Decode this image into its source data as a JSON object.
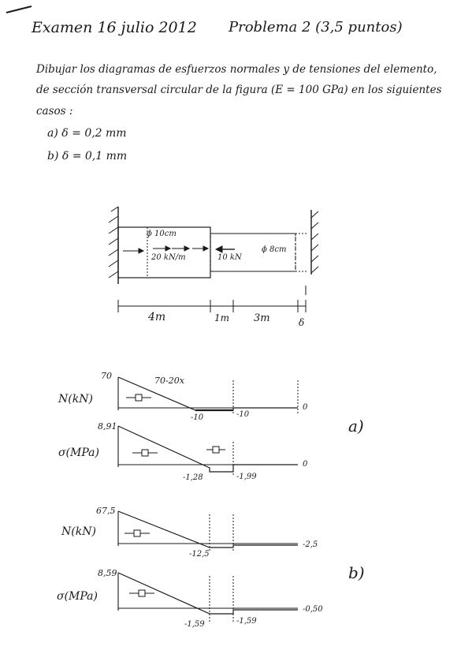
{
  "header": {
    "exam": "Examen 16 julio 2012",
    "problem": "Problema 2 (3,5 puntos)"
  },
  "statement": {
    "line1": "Dibujar los diagramas de esfuerzos normales y de tensiones del elemento,",
    "line2": "de sección transversal circular de la figura (E = 100 GPa) en los siguientes",
    "line3": "casos :",
    "case_a": "a) δ = 0,2 mm",
    "case_b": "b) δ = 0,1 mm"
  },
  "figure": {
    "dia_large": "ϕ 10cm",
    "dist_load": "20 kN/m",
    "point_load": "10 kN",
    "dia_small": "ϕ 8cm",
    "len1": "4m",
    "len2": "1m",
    "len3": "3m",
    "gap": "δ"
  },
  "diagrams": {
    "case_a_label": "a)",
    "case_b_label": "b)",
    "a_N": {
      "axis": "N(kN)",
      "max": "70",
      "expr": "70-20x",
      "min": "-10",
      "min2": "-10",
      "end": "0"
    },
    "a_S": {
      "axis": "σ(MPa)",
      "max": "8,91",
      "min": "-1,28",
      "min2": "-1,99",
      "end": "0"
    },
    "b_N": {
      "axis": "N(kN)",
      "max": "67,5",
      "min": "-12,5",
      "end": "-2,5"
    },
    "b_S": {
      "axis": "σ(MPa)",
      "max": "8,59",
      "min": "-1,59",
      "min2": "-1,59",
      "end": "-0,50"
    }
  },
  "chart_data": [
    {
      "type": "line",
      "title": "",
      "ylabel": "N(kN)",
      "xlabel": "",
      "x": [
        0,
        4,
        4,
        5,
        5,
        8
      ],
      "values": [
        70,
        -10,
        -10,
        -10,
        0,
        0
      ]
    },
    {
      "type": "line",
      "title": "",
      "ylabel": "σ(MPa)",
      "xlabel": "",
      "x": [
        0,
        4,
        4,
        5,
        5,
        8
      ],
      "values": [
        8.91,
        -1.28,
        -1.28,
        -1.99,
        0,
        0
      ]
    },
    {
      "type": "line",
      "title": "",
      "ylabel": "N(kN)",
      "xlabel": "",
      "x": [
        0,
        4,
        4,
        5,
        5,
        8
      ],
      "values": [
        67.5,
        -12.5,
        -12.5,
        -12.5,
        -2.5,
        -2.5
      ]
    },
    {
      "type": "line",
      "title": "",
      "ylabel": "σ(MPa)",
      "xlabel": "",
      "x": [
        0,
        4,
        4,
        5,
        5,
        8
      ],
      "values": [
        8.59,
        -1.59,
        -1.59,
        -1.59,
        -0.5,
        -0.5
      ]
    }
  ]
}
